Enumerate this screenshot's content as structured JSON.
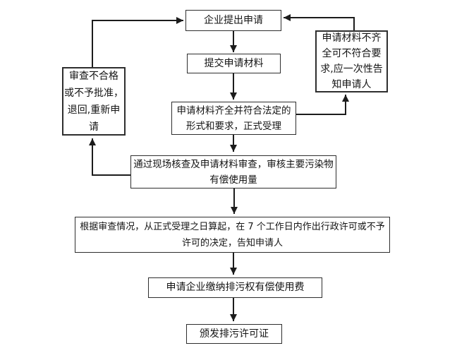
{
  "flowchart": {
    "background_color": "#ffffff",
    "line_color": "#1c1c1c",
    "box_border_color": "#2e2e2e",
    "nodes": {
      "apply": "企业提出申请",
      "submit": "提交申请材料",
      "accept": "申请材料齐全并符合法定的\n形式和要求，正式受理",
      "review": "通过现场核查及申请材料审查，审核主要污染物\n有偿使用量",
      "decision": "根据审查情况，从正式受理之日算起，在 7 个工作日内作出行政许可或不予\n许可的决定，告知申请人",
      "payment": "申请企业缴纳排污权有偿使用费",
      "issue": "颁发排污许可证",
      "reject": "审查不合格\n或不予批准，\n退回,重新申\n请",
      "incomplete": "申请材料不齐\n全可不符合要\n求,应一次性告\n知申请人"
    },
    "edges": [
      {
        "from": "apply",
        "to": "submit"
      },
      {
        "from": "submit",
        "to": "accept"
      },
      {
        "from": "accept",
        "to": "review"
      },
      {
        "from": "review",
        "to": "decision"
      },
      {
        "from": "decision",
        "to": "payment"
      },
      {
        "from": "payment",
        "to": "issue"
      },
      {
        "from": "accept",
        "to": "incomplete"
      },
      {
        "from": "incomplete",
        "to": "apply"
      },
      {
        "from": "review",
        "to": "reject"
      },
      {
        "from": "reject",
        "to": "apply"
      }
    ]
  }
}
